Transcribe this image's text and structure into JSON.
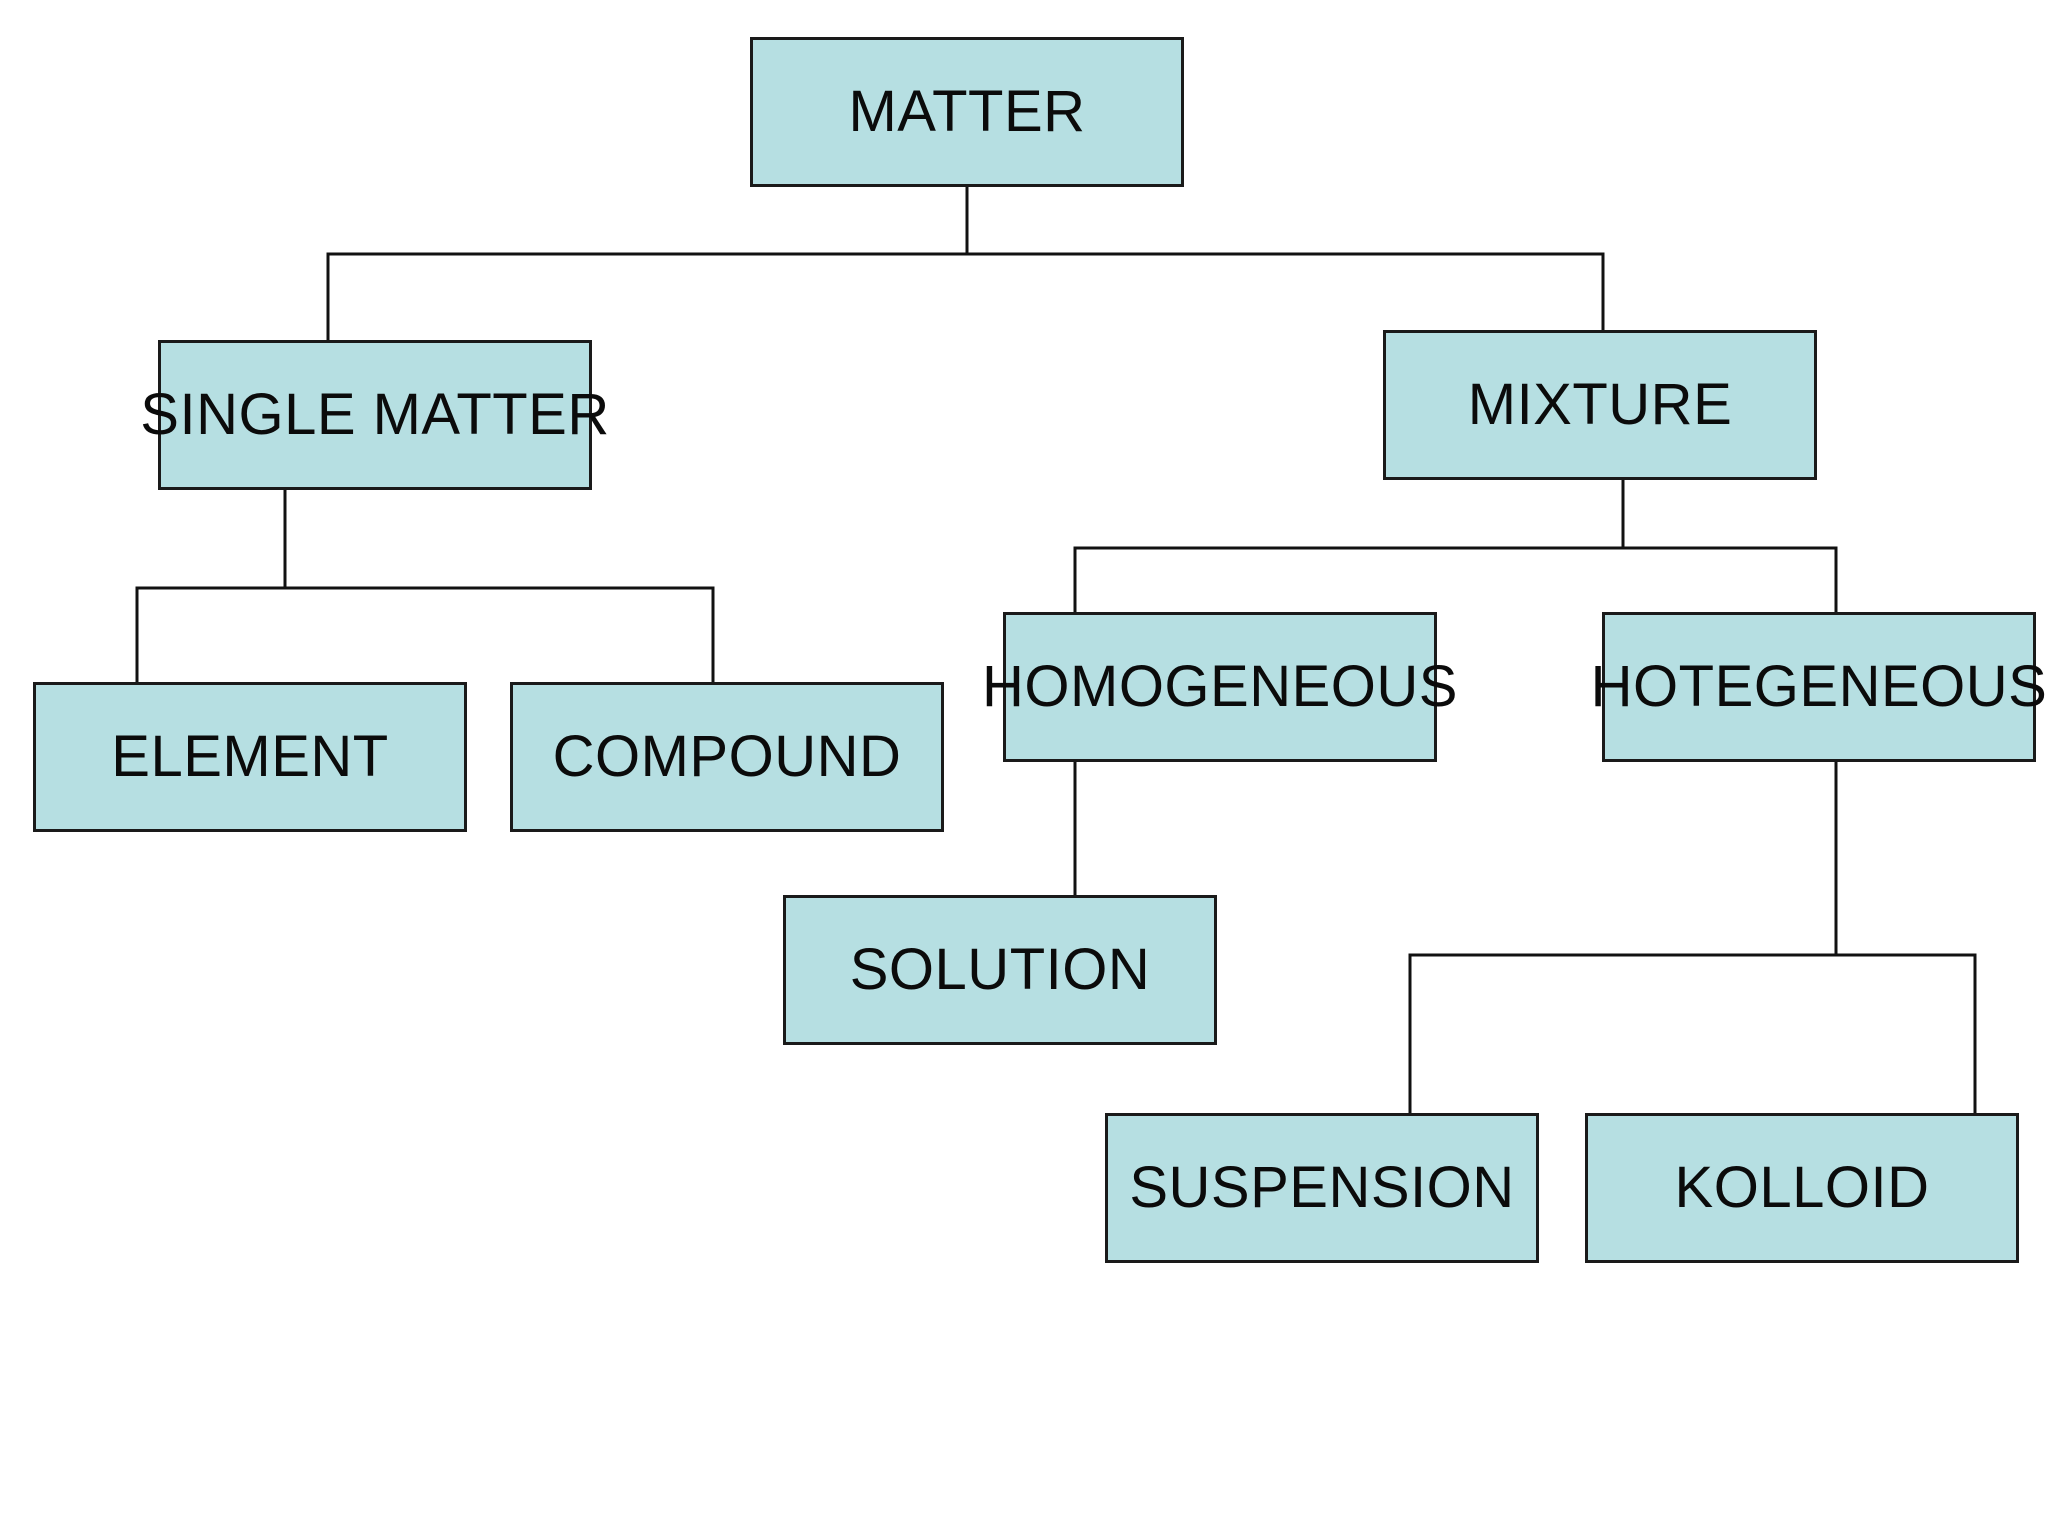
{
  "diagram": {
    "type": "hierarchy-tree",
    "title": "MATTER classification",
    "theme": {
      "node_fill": "#b6dfe2",
      "node_border": "#1a1a1a",
      "connector_color": "#111111",
      "text_color": "#0b0b0b",
      "background": "#ffffff"
    },
    "nodes": {
      "matter": {
        "label": "MATTER",
        "level": 0
      },
      "single_matter": {
        "label": "SINGLE MATTER",
        "level": 1
      },
      "mixture": {
        "label": "MIXTURE",
        "level": 1
      },
      "element": {
        "label": "ELEMENT",
        "level": 2
      },
      "compound": {
        "label": "COMPOUND",
        "level": 2
      },
      "homogeneous": {
        "label": "HOMOGENEOUS",
        "level": 2
      },
      "hotegeneous": {
        "label": "HOTEGENEOUS",
        "level": 2
      },
      "solution": {
        "label": "SOLUTION",
        "level": 3
      },
      "suspension": {
        "label": "SUSPENSION",
        "level": 3
      },
      "kolloid": {
        "label": "KOLLOID",
        "level": 3
      }
    },
    "edges": [
      {
        "from": "matter",
        "to": "single_matter"
      },
      {
        "from": "matter",
        "to": "mixture"
      },
      {
        "from": "single_matter",
        "to": "element"
      },
      {
        "from": "single_matter",
        "to": "compound"
      },
      {
        "from": "mixture",
        "to": "homogeneous"
      },
      {
        "from": "mixture",
        "to": "hotegeneous"
      },
      {
        "from": "homogeneous",
        "to": "solution"
      },
      {
        "from": "hotegeneous",
        "to": "suspension"
      },
      {
        "from": "hotegeneous",
        "to": "kolloid"
      }
    ]
  }
}
